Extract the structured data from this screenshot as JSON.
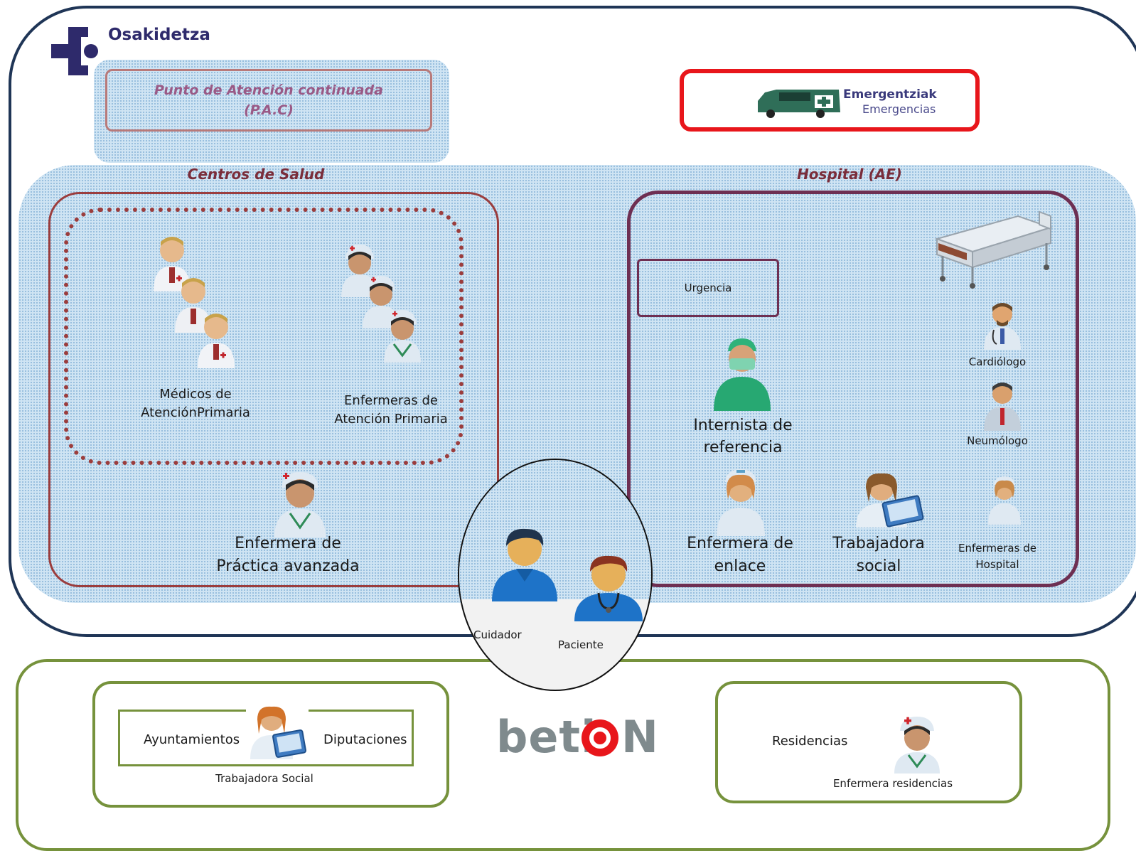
{
  "brand": {
    "name": "Osakidetza",
    "color": "#2e2a6b"
  },
  "pac": {
    "line1": "Punto de Atención continuada",
    "line2": "(P.A.C)"
  },
  "emergency": {
    "line1": "Emergentziak",
    "line2": "Emergencias"
  },
  "centros": {
    "title": "Centros de Salud",
    "medicos": [
      "Médicos de",
      "AtenciónPrimaria"
    ],
    "enfermeras": [
      "Enfermeras de",
      "Atención Primaria"
    ],
    "practica": [
      "Enfermera de",
      "Práctica avanzada"
    ]
  },
  "hospital": {
    "title": "Hospital (AE)",
    "urgencia": "Urgencia",
    "internista": [
      "Internista de",
      "referencia"
    ],
    "cardiologo": "Cardiólogo",
    "neumologo": "Neumólogo",
    "enlace": [
      "Enfermera de",
      "enlace"
    ],
    "trabajadora": [
      "Trabajadora",
      "social"
    ],
    "enf_hospital": [
      "Enfermeras de",
      "Hospital"
    ]
  },
  "patient": {
    "cuidador": "Cuidador",
    "paciente": "Paciente"
  },
  "social": {
    "ayuntamientos": "Ayuntamientos",
    "diputaciones": "Diputaciones",
    "trabajadora": "Trabajadora Social"
  },
  "betion": {
    "left": "beti",
    "right": "N"
  },
  "residencias": {
    "label": "Residencias",
    "enfermera": "Enfermera residencias"
  },
  "colors": {
    "navy": "#1f3556",
    "maroon": "#8a3a3a",
    "purple": "#6e2f52",
    "red": "#e8161b",
    "green": "#76923c",
    "betion_gray": "#7f8a8d"
  }
}
